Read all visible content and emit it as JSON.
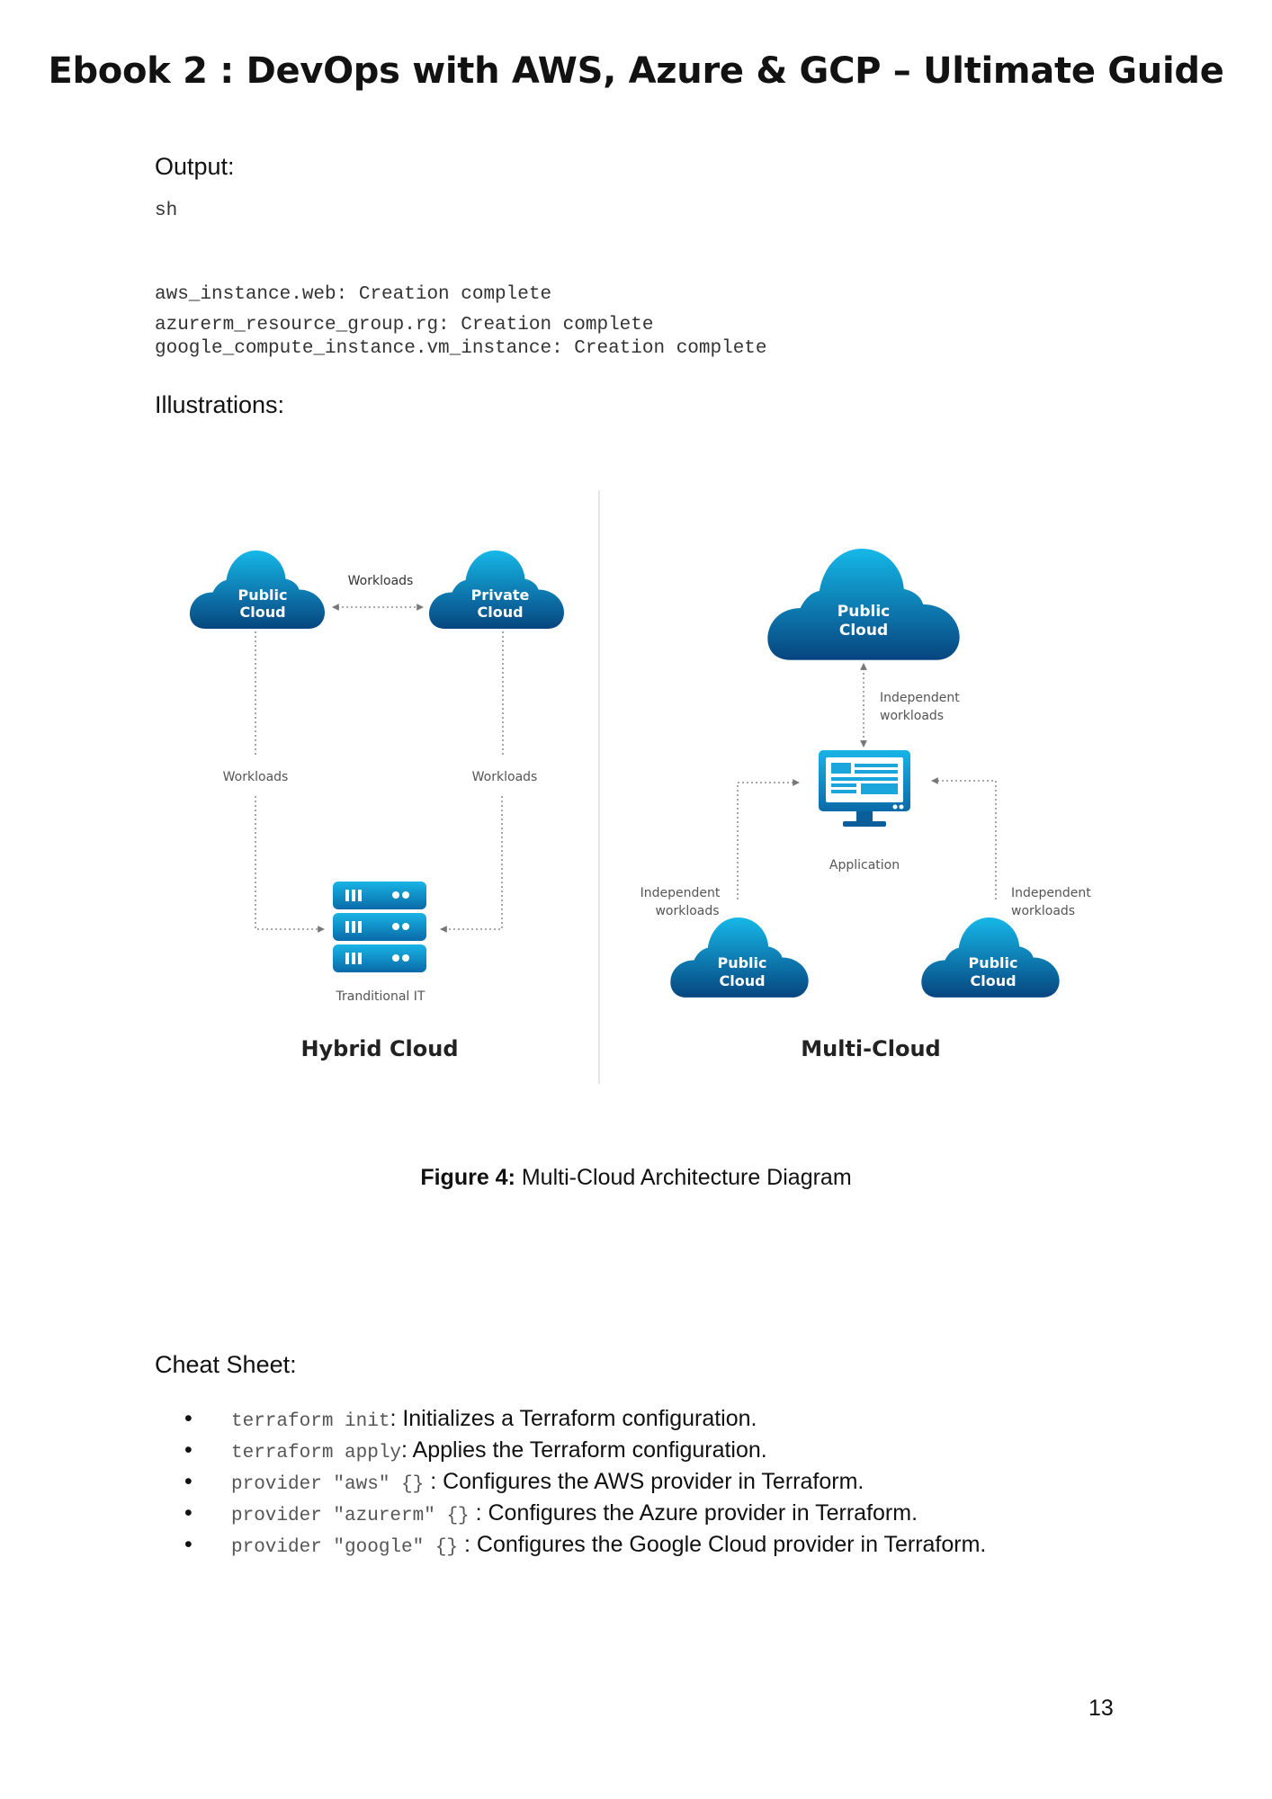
{
  "header": {
    "title": "Ebook 2 : DevOps with AWS, Azure & GCP – Ultimate Guide"
  },
  "output": {
    "heading": "Output:",
    "lang": "sh",
    "lines": [
      "aws_instance.web: Creation complete",
      "azurerm_resource_group.rg: Creation complete",
      "google_compute_instance.vm_instance: Creation complete"
    ]
  },
  "illustrations": {
    "heading": "Illustrations:"
  },
  "diagram": {
    "hybrid": {
      "title": "Hybrid Cloud",
      "public_cloud": [
        "Public",
        "Cloud"
      ],
      "private_cloud": [
        "Private",
        "Cloud"
      ],
      "workloads_top": "Workloads",
      "workloads_left": "Workloads",
      "workloads_right": "Workloads",
      "traditional_it": "Tranditional IT"
    },
    "multi": {
      "title": "Multi-Cloud",
      "public_cloud_top": [
        "Public",
        "Cloud"
      ],
      "public_cloud_left": [
        "Public",
        "Cloud"
      ],
      "public_cloud_right": [
        "Public",
        "Cloud"
      ],
      "independent_top": [
        "Independent",
        "workloads"
      ],
      "independent_left": [
        "Independent",
        "workloads"
      ],
      "independent_right": [
        "Independent",
        "workloads"
      ],
      "application": "Application"
    },
    "colors": {
      "cloud_light": "#15b8e8",
      "cloud_dark": "#07457f",
      "line": "#777777"
    }
  },
  "caption": {
    "label": "Figure 4:",
    "text": " Multi-Cloud Architecture Diagram"
  },
  "cheat_sheet": {
    "heading": "Cheat Sheet:",
    "items": [
      {
        "cmd": "terraform init",
        "desc": ": Initializes a Terraform configuration."
      },
      {
        "cmd": "terraform apply",
        "desc": ": Applies the Terraform configuration."
      },
      {
        "cmd": "provider \"aws\" {}",
        "desc": " : Configures the AWS provider in Terraform."
      },
      {
        "cmd": "provider \"azurerm\" {}",
        "desc": " : Configures the Azure provider in Terraform."
      },
      {
        "cmd": "provider \"google\" {}",
        "desc": " : Configures the Google Cloud provider in Terraform."
      }
    ]
  },
  "footer": {
    "page_number": "13"
  }
}
